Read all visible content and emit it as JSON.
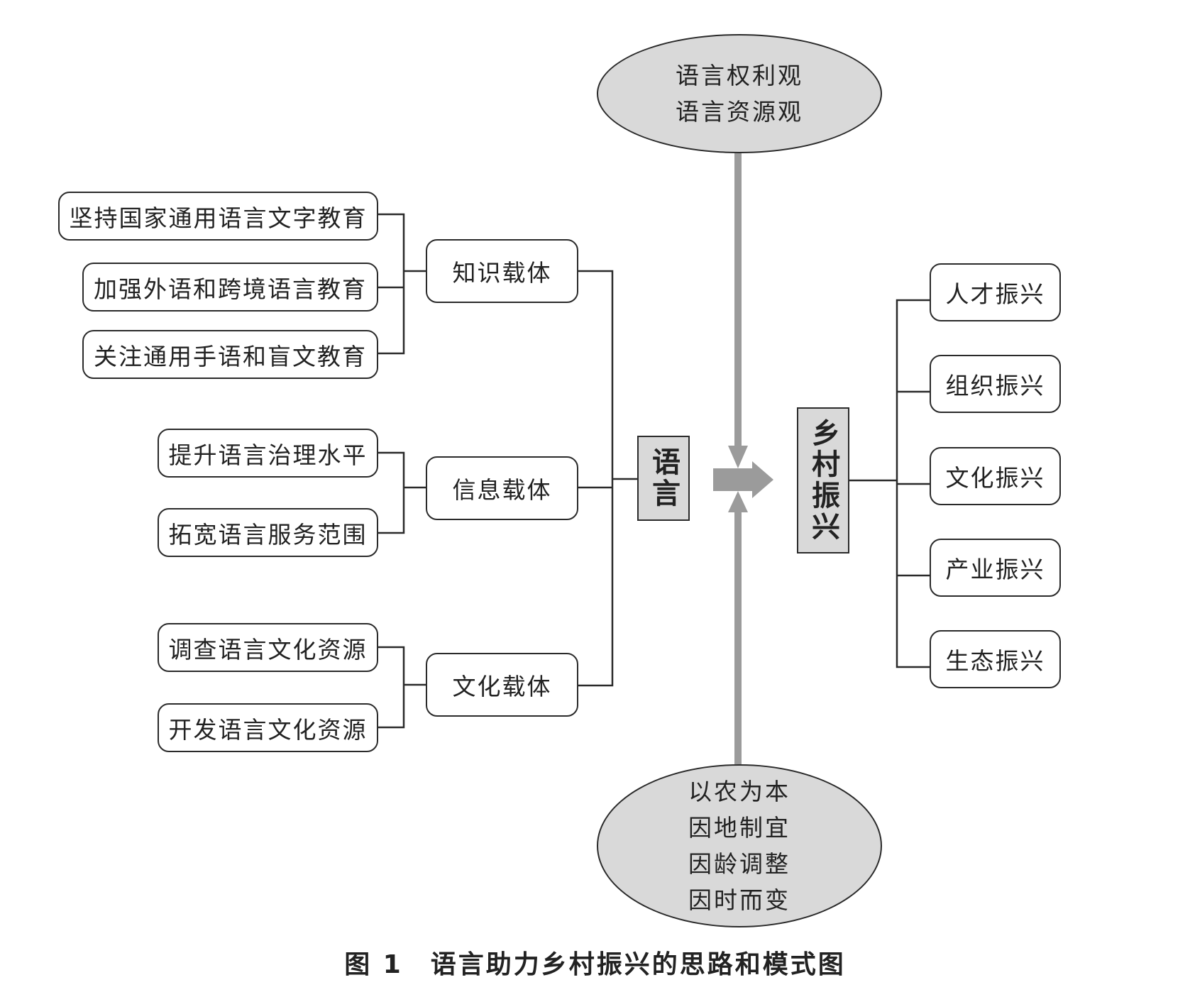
{
  "top_ellipse": {
    "lines": [
      "语言权利观",
      "语言资源观"
    ]
  },
  "bottom_ellipse": {
    "lines": [
      "以农为本",
      "因地制宜",
      "因龄调整",
      "因时而变"
    ]
  },
  "center_language": "语言",
  "center_rural": "乡村振兴",
  "carriers": [
    {
      "label": "知识载体",
      "items": [
        "坚持国家通用语言文字教育",
        "加强外语和跨境语言教育",
        "关注通用手语和盲文教育"
      ]
    },
    {
      "label": "信息载体",
      "items": [
        "提升语言治理水平",
        "拓宽语言服务范围"
      ]
    },
    {
      "label": "文化载体",
      "items": [
        "调查语言文化资源",
        "开发语言文化资源"
      ]
    }
  ],
  "revitalizations": [
    "人才振兴",
    "组织振兴",
    "文化振兴",
    "产业振兴",
    "生态振兴"
  ],
  "caption": "图 1　语言助力乡村振兴的思路和模式图",
  "colors": {
    "arrow": "#9b9b9b",
    "fill_gray": "#d9d9d9",
    "line": "#2a2a2a"
  }
}
